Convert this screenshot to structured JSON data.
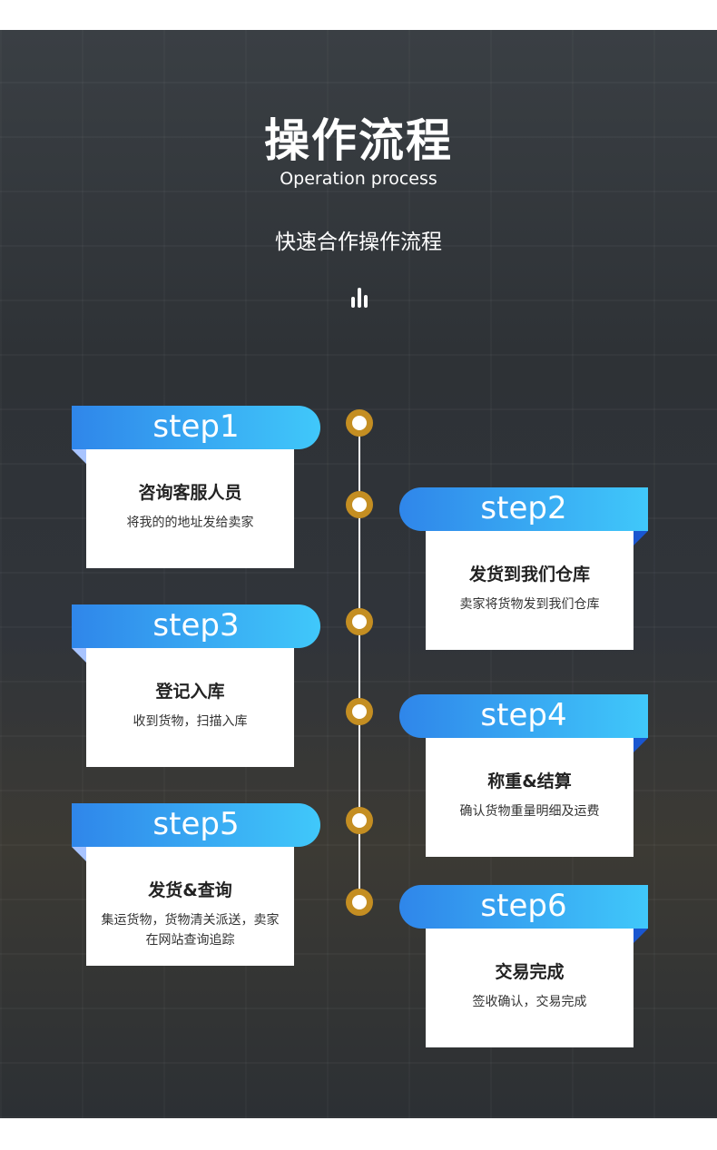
{
  "header": {
    "title": "操作流程",
    "subtitle": "Operation process",
    "tagline": "快速合作操作流程"
  },
  "steps": [
    {
      "label": "step1",
      "title": "咨询客服人员",
      "desc": "将我的的地址发给卖家"
    },
    {
      "label": "step2",
      "title": "发货到我们仓库",
      "desc": "卖家将货物发到我们仓库"
    },
    {
      "label": "step3",
      "title": "登记入库",
      "desc": "收到货物，扫描入库"
    },
    {
      "label": "step4",
      "title": "称重&结算",
      "desc": "确认货物重量明细及运费"
    },
    {
      "label": "step5",
      "title": "发货&查询",
      "desc": "集运货物，货物清关派送，卖家在网站查询追踪"
    },
    {
      "label": "step6",
      "title": "交易完成",
      "desc": "签收确认，交易完成"
    }
  ],
  "colors": {
    "accent_start": "#2f86ea",
    "accent_end": "#40c8fa",
    "dot_ring": "#c48e22"
  }
}
